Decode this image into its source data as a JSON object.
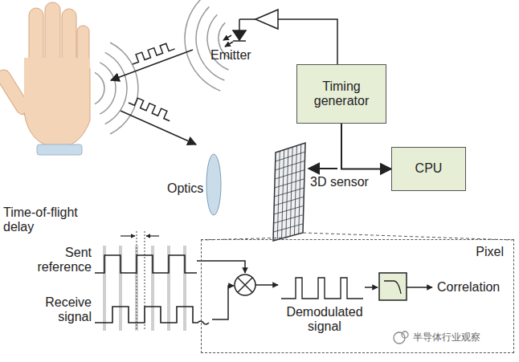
{
  "diagram": {
    "nodes": [
      {
        "text": [
          "Timing generator"
        ]
      },
      {
        "text": [
          "CPU"
        ]
      },
      {
        "text": [
          "Pixel"
        ]
      }
    ],
    "edges": [
      {
        "from": 0,
        "to": 1,
        "arrow": "to"
      }
    ],
    "labels": [
      "Emitter",
      "Optics",
      "3D sensor",
      "Time-of-flight delay",
      "Sent reference",
      "Receive signal",
      "Demodulated signal",
      "Correlation",
      "半导体行业观察"
    ]
  }
}
